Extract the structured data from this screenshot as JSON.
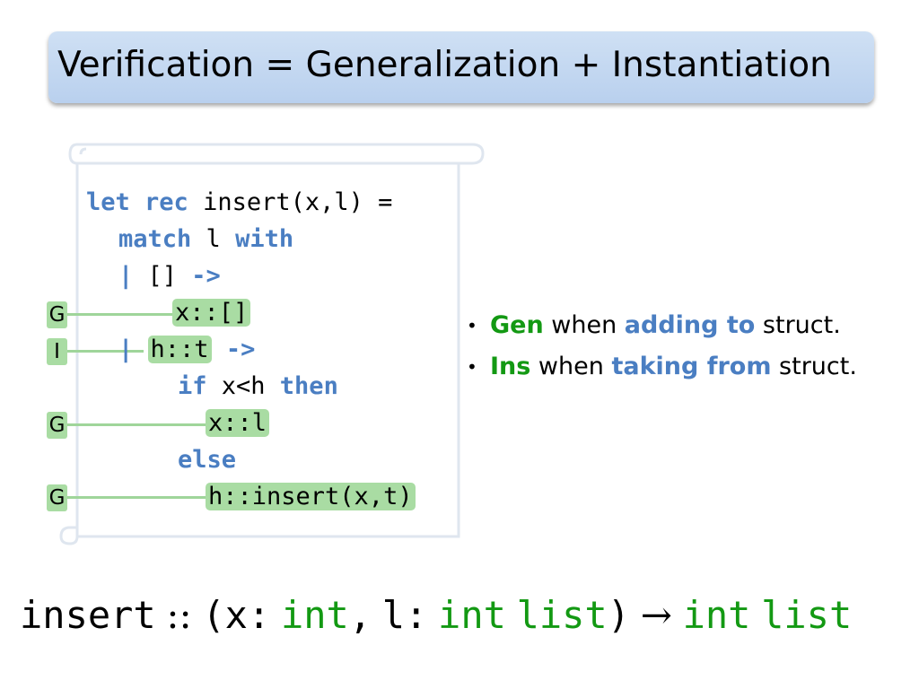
{
  "title": "Verification = Generalization + Instantiation",
  "code": {
    "l1_kw1": "let",
    "l1_kw2": "rec",
    "l1_rest": "insert(x,l) =",
    "l2_kw1": "match",
    "l2_mid": " l ",
    "l2_kw2": "with",
    "l3_bar": "|",
    "l3_mid": " [] ",
    "l3_arrow": "->",
    "l4_expr": "x::[]",
    "l5_bar": "|",
    "l5_pat": "h::t",
    "l5_arrow": "->",
    "l6_kw1": "if",
    "l6_mid": " x<h ",
    "l6_kw2": "then",
    "l7_expr": "x::l",
    "l8_kw": "else",
    "l9_expr": "h::insert(x,t)"
  },
  "tags": [
    "G",
    "I",
    "G",
    "G"
  ],
  "bullets": [
    {
      "dot": "•",
      "term": "Gen",
      "mid": " when ",
      "strong": "adding to",
      "tail": " struct."
    },
    {
      "dot": "•",
      "term": "Ins",
      "mid": " when ",
      "strong": "taking from",
      "tail": " struct."
    }
  ],
  "signature": {
    "name": "insert",
    "colons": "::",
    "open": "(",
    "x": "x",
    "sep1": ":",
    "int1": "int",
    "comma": ",",
    "l": "l",
    "sep2": ":",
    "int2": "int",
    "list1": "list",
    "close": ")",
    "arrow": "→",
    "int3": "int",
    "list2": "list"
  }
}
